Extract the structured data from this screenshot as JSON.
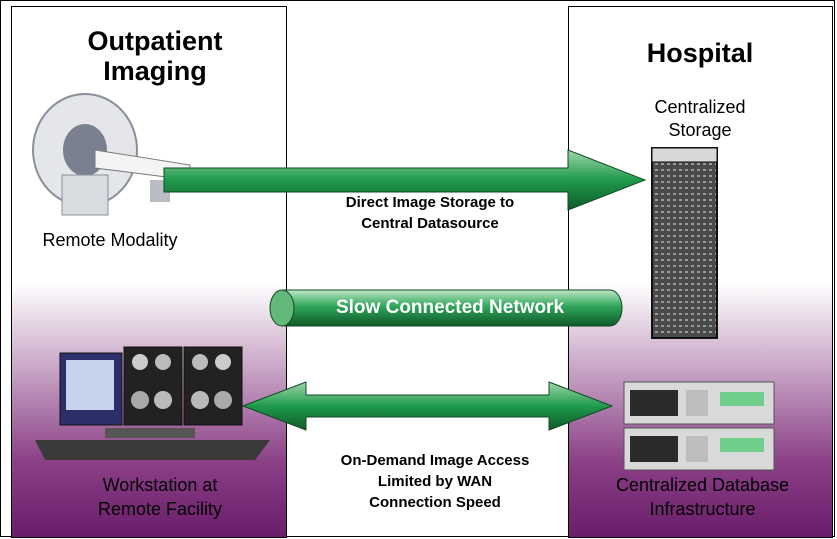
{
  "left_panel": {
    "title_line1": "Outpatient",
    "title_line2": "Imaging",
    "modality_label": "Remote Modality",
    "workstation_label_line1": "Workstation at",
    "workstation_label_line2": "Remote Facility"
  },
  "right_panel": {
    "title": "Hospital",
    "storage_label_line1": "Centralized",
    "storage_label_line2": "Storage",
    "database_label_line1": "Centralized Database",
    "database_label_line2": "Infrastructure"
  },
  "arrows": {
    "direct_storage_line1": "Direct Image Storage to",
    "direct_storage_line2": "Central Datasource",
    "network_label": "Slow Connected Network",
    "on_demand_line1": "On-Demand Image Access",
    "on_demand_line2": "Limited by WAN",
    "on_demand_line3": "Connection Speed"
  },
  "colors": {
    "arrow_green": "#1f9a4c",
    "arrow_dark": "#0f5a2a",
    "panel_purple": "#6a1d6a"
  }
}
